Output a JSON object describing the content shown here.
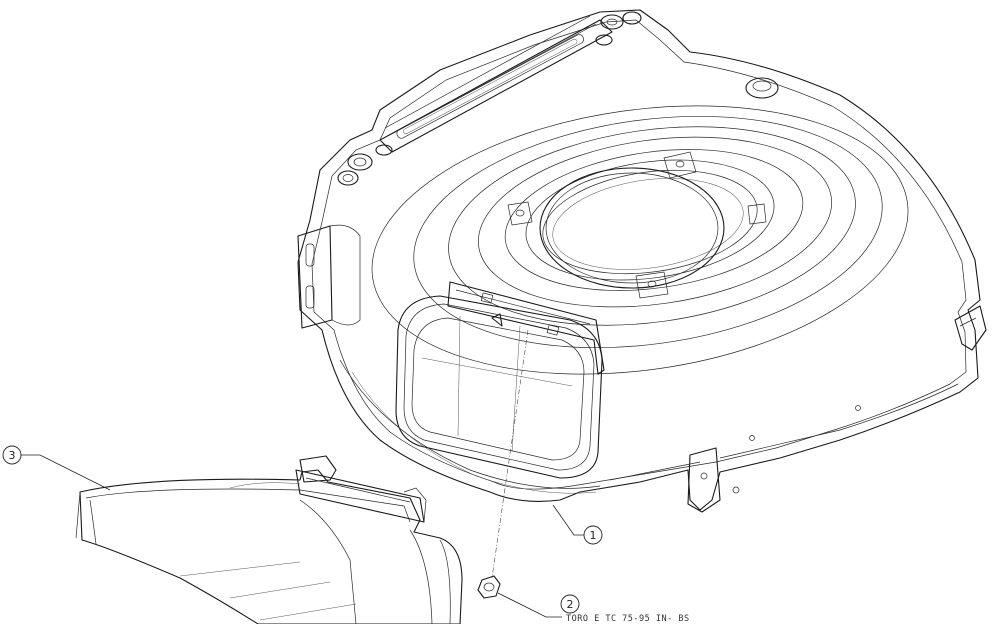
{
  "callouts": [
    {
      "id": "deck",
      "number": "1"
    },
    {
      "id": "bolt",
      "number": "2"
    },
    {
      "id": "chute",
      "number": "3"
    }
  ],
  "reference_text": "TORO E TC 75-95 IN- BS"
}
